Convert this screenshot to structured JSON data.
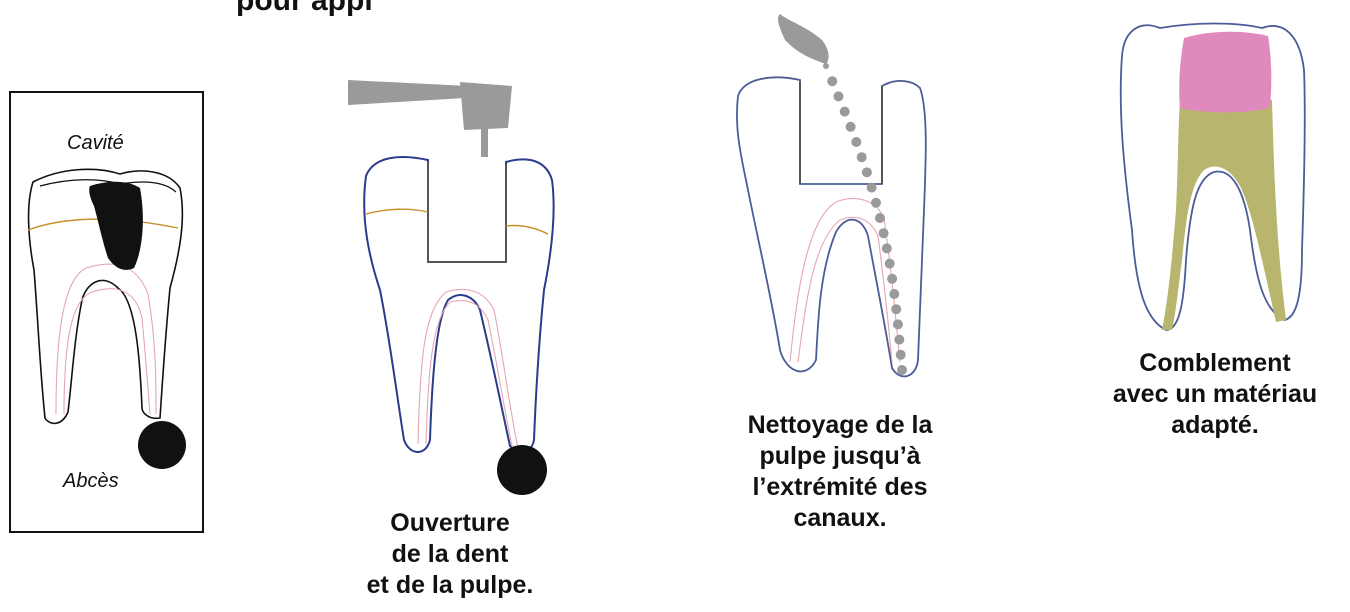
{
  "header": {
    "title": "pour appl"
  },
  "steps": [
    {
      "caption": "",
      "labels": {
        "top": "Cavité",
        "bottom": "Abcès"
      }
    },
    {
      "caption_lines": [
        "Ouverture",
        "de la dent",
        "et de la pulpe."
      ]
    },
    {
      "caption_lines": [
        "Nettoyage de la",
        "pulpe jusqu’à",
        "l’extrémité des",
        "canaux."
      ]
    },
    {
      "caption_lines": [
        "Comblement",
        "avec un matériau",
        "adapté."
      ]
    }
  ],
  "colors": {
    "outline_black": "#111111",
    "outline_blue": "#2c3b8e",
    "outline_slate": "#4c5c96",
    "gum_line": "#c8902a",
    "pulp_pink": "#e5a7b4",
    "tool_gray": "#9a9a9a",
    "filling_pink": "#e089bd",
    "filling_olive": "#b7b56e"
  }
}
